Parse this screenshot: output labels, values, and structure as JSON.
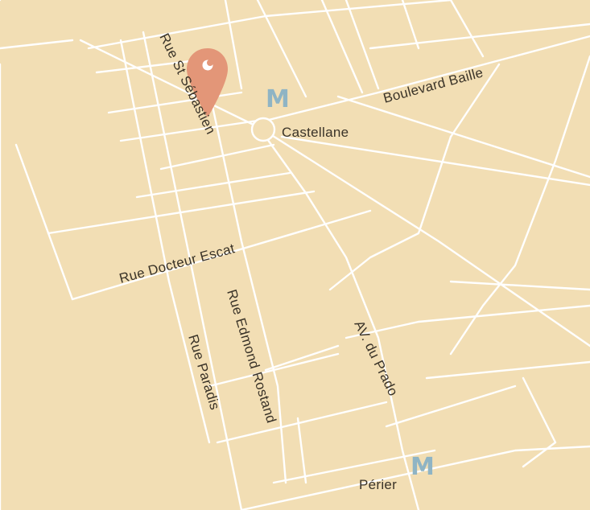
{
  "map": {
    "colors": {
      "land": "#f2deb4",
      "road": "#ffffff",
      "pin": "#e39678",
      "metro": "#8fb4c4",
      "text": "#3a3328"
    },
    "streets": {
      "boulevard_baille": "Boulevard Baille",
      "rue_st_sebastien": "Rue St Sébastien",
      "rue_docteur_escat": "Rue Docteur Escat",
      "rue_edmond_rostand": "Rue Edmond Rostand",
      "rue_paradis": "Rue Paradis",
      "av_du_prado": "AV. du Prado"
    },
    "places": {
      "castellane": "Castellane",
      "perier": "Périer"
    },
    "metro_symbol": "M",
    "icons": {
      "pin": "map-pin-icon",
      "metro": "metro-icon",
      "roundabout": "roundabout-icon"
    }
  }
}
